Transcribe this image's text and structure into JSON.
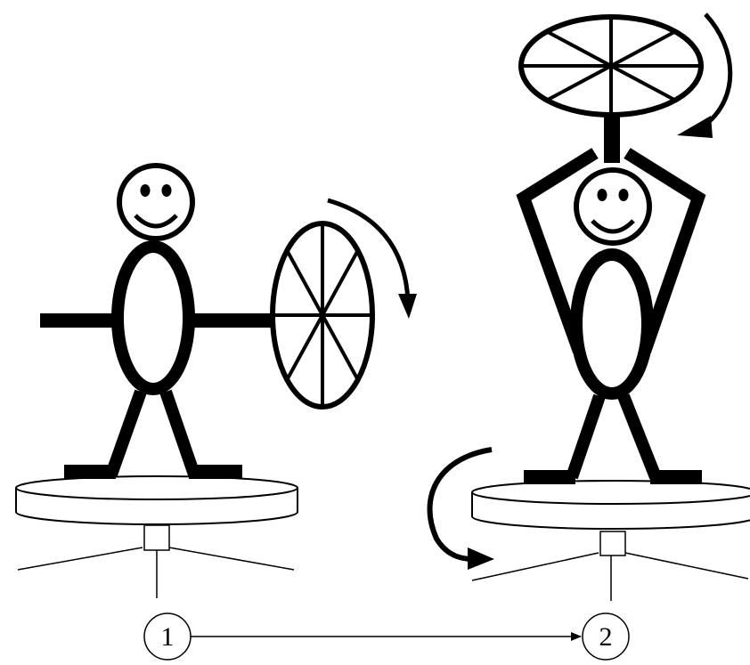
{
  "diagram": {
    "states": [
      {
        "id": "state-1",
        "label": "1"
      },
      {
        "id": "state-2",
        "label": "2"
      }
    ],
    "transition": {
      "from": "1",
      "to": "2"
    },
    "colors": {
      "ink": "#000000",
      "background": "#ffffff",
      "platform_fill": "#ffffff"
    }
  }
}
